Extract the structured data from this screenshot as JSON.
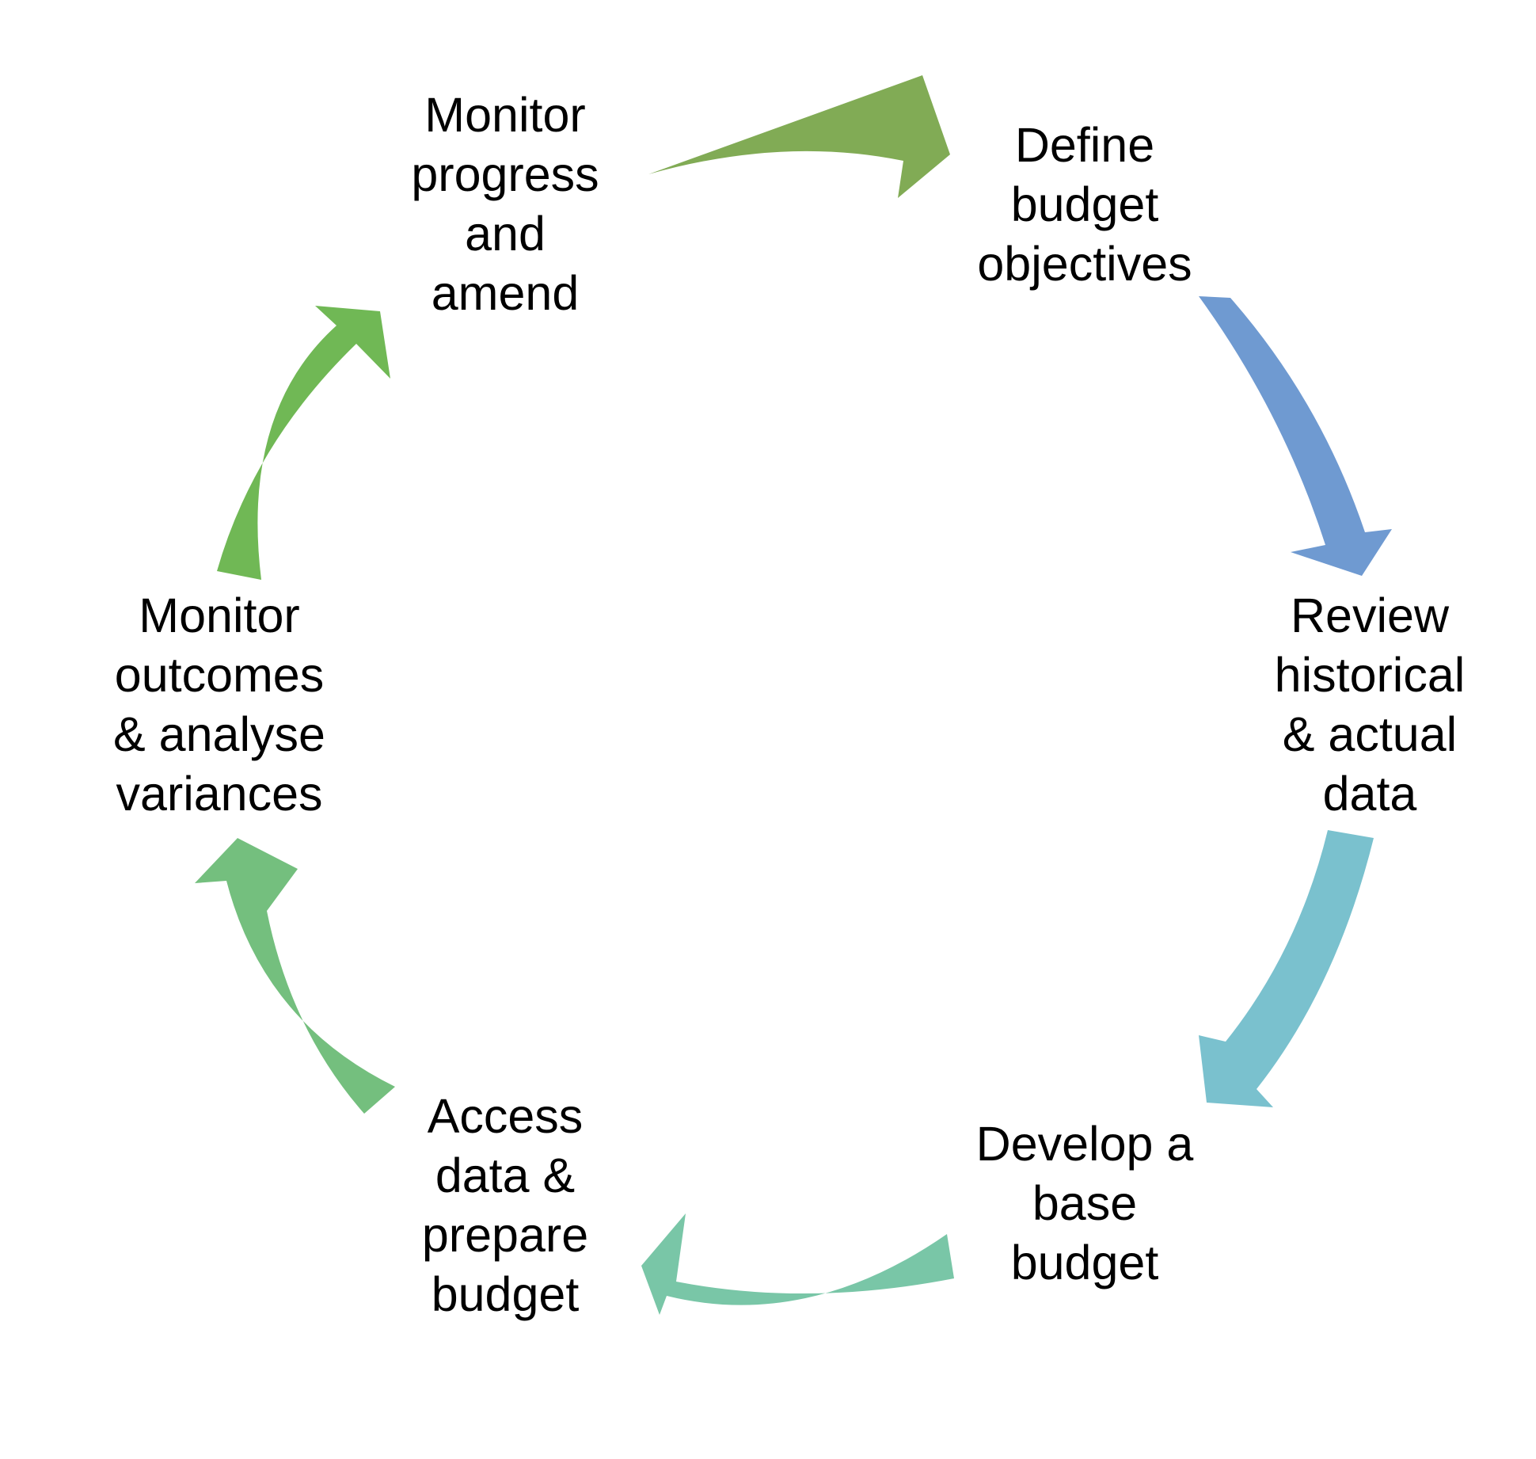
{
  "diagram": {
    "type": "cycle",
    "nodes": [
      {
        "id": "define",
        "lines": [
          "Define",
          "budget",
          "objectives"
        ]
      },
      {
        "id": "review",
        "lines": [
          "Review",
          "historical",
          "& actual",
          "data"
        ]
      },
      {
        "id": "develop",
        "lines": [
          "Develop a",
          "base",
          "budget"
        ]
      },
      {
        "id": "access",
        "lines": [
          "Access",
          "data &",
          "prepare",
          "budget"
        ]
      },
      {
        "id": "outcomes",
        "lines": [
          "Monitor",
          "outcomes",
          "& analyse",
          "variances"
        ]
      },
      {
        "id": "progress",
        "lines": [
          "Monitor",
          "progress",
          "and",
          "amend"
        ]
      }
    ],
    "arrows": [
      {
        "from": "progress",
        "to": "define",
        "color": "#81AB55"
      },
      {
        "from": "define",
        "to": "review",
        "color": "#6F9AD1"
      },
      {
        "from": "review",
        "to": "develop",
        "color": "#7AC1CE"
      },
      {
        "from": "develop",
        "to": "access",
        "color": "#79C6A7"
      },
      {
        "from": "access",
        "to": "outcomes",
        "color": "#74BF7E"
      },
      {
        "from": "outcomes",
        "to": "progress",
        "color": "#70B855"
      }
    ]
  }
}
